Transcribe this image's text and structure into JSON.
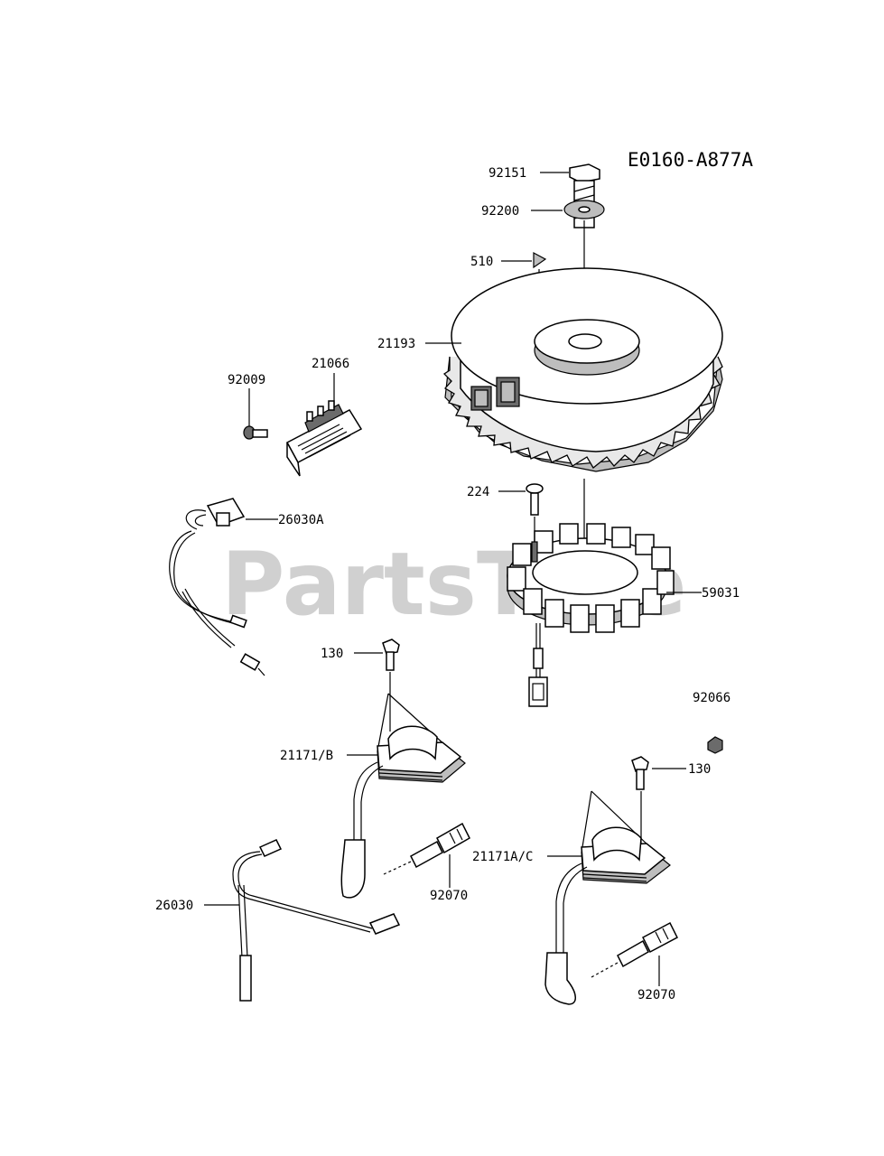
{
  "diagram": {
    "code": "E0160-A877A",
    "watermark": "PartsTree",
    "labels": {
      "p92151": "92151",
      "p92200": "92200",
      "p510": "510",
      "p21193": "21193",
      "p21066": "21066",
      "p92009": "92009",
      "p26030A": "26030A",
      "p224": "224",
      "p59031": "59031",
      "p130a": "130",
      "p92066": "92066",
      "p21171B": "21171/B",
      "p130b": "130",
      "p92070a": "92070",
      "p21171AC": "21171A/C",
      "p26030": "26030",
      "p92070b": "92070"
    }
  }
}
